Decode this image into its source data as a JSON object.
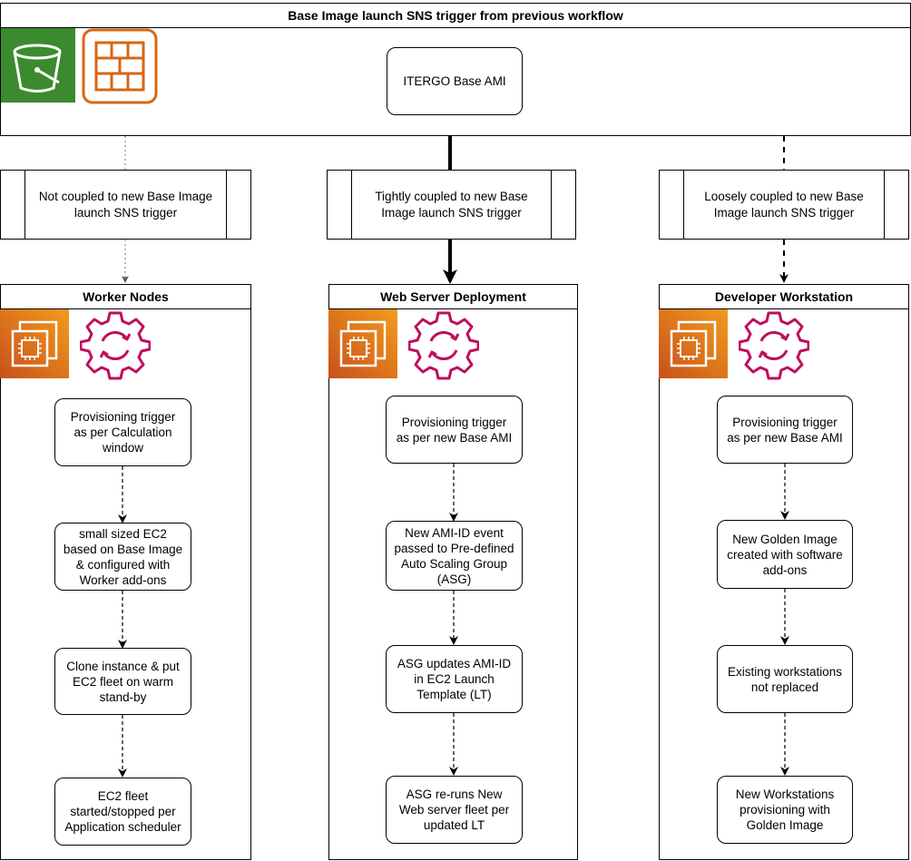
{
  "top": {
    "title": "Base Image launch SNS trigger from previous workflow",
    "base_ami": "ITERGO Base AMI"
  },
  "couplings": [
    {
      "text": "Not coupled to new Base Image\nlaunch SNS trigger"
    },
    {
      "text": "Tightly coupled to new Base\nImage launch SNS trigger"
    },
    {
      "text": "Loosely coupled to new Base\nImage launch SNS trigger"
    }
  ],
  "columns": [
    {
      "title": "Worker Nodes",
      "steps": [
        "Provisioning trigger\nas per Calculation\nwindow",
        "small sized EC2\nbased on Base Image\n& configured with\nWorker add-ons",
        "Clone instance & put\nEC2 fleet on warm\nstand-by",
        "EC2 fleet\nstarted/stopped per\nApplication scheduler"
      ]
    },
    {
      "title": "Web Server Deployment",
      "steps": [
        "Provisioning trigger\nas per new Base AMI",
        "New AMI-ID event\npassed to Pre-defined\nAuto Scaling Group\n(ASG)",
        "ASG updates AMI-ID\nin EC2 Launch\nTemplate (LT)",
        "ASG re-runs New\nWeb server fleet per\nupdated LT"
      ]
    },
    {
      "title": "Developer Workstation",
      "steps": [
        "Provisioning trigger\nas per new Base AMI",
        "New Golden Image\ncreated with software\nadd-ons",
        "Existing workstations\nnot replaced",
        "New Workstations\nprovisioning with\nGolden Image"
      ]
    }
  ],
  "colors": {
    "s3_green": "#3c8a2e",
    "table_orange": "#d86613",
    "ec2_orange": "#e2711d",
    "gear_magenta": "#bf0f5d"
  }
}
